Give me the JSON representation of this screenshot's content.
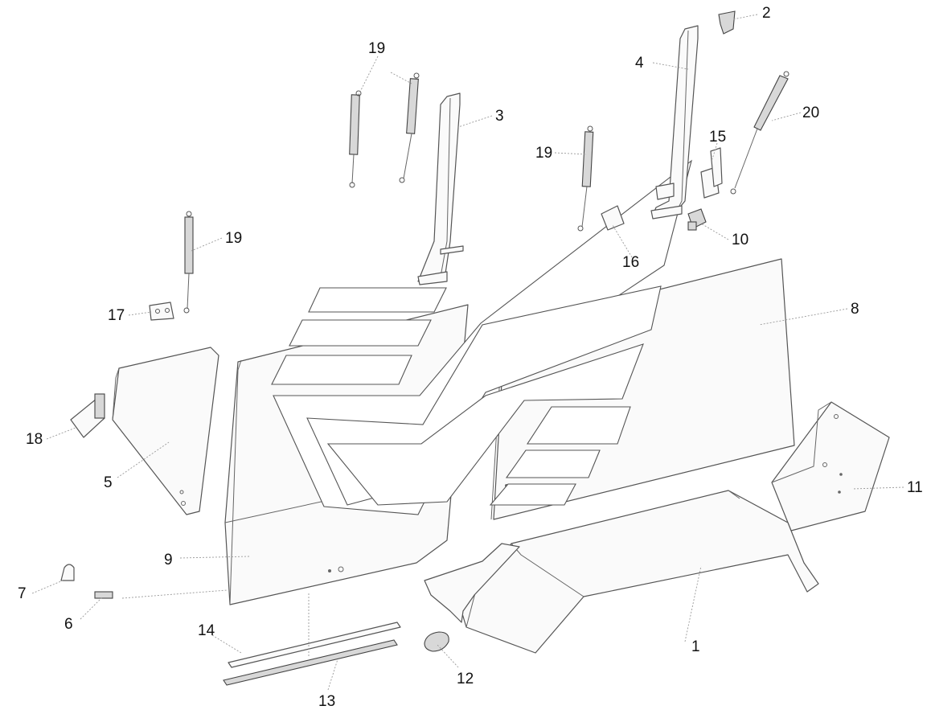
{
  "callouts": [
    {
      "id": "c1",
      "label": "1"
    },
    {
      "id": "c2",
      "label": "2"
    },
    {
      "id": "c3",
      "label": "3"
    },
    {
      "id": "c4",
      "label": "4"
    },
    {
      "id": "c5",
      "label": "5"
    },
    {
      "id": "c6",
      "label": "6"
    },
    {
      "id": "c7",
      "label": "7"
    },
    {
      "id": "c8",
      "label": "8"
    },
    {
      "id": "c9",
      "label": "9"
    },
    {
      "id": "c10",
      "label": "10"
    },
    {
      "id": "c11",
      "label": "11"
    },
    {
      "id": "c12",
      "label": "12"
    },
    {
      "id": "c13",
      "label": "13"
    },
    {
      "id": "c14",
      "label": "14"
    },
    {
      "id": "c15",
      "label": "15"
    },
    {
      "id": "c16",
      "label": "16"
    },
    {
      "id": "c17",
      "label": "17"
    },
    {
      "id": "c18",
      "label": "18"
    },
    {
      "id": "c19a",
      "label": "19"
    },
    {
      "id": "c19b",
      "label": "19"
    },
    {
      "id": "c19c",
      "label": "19"
    },
    {
      "id": "c20",
      "label": "20"
    }
  ],
  "colors": {
    "background": "#ffffff",
    "line": "#555555",
    "part_fill": "#fafafa"
  }
}
